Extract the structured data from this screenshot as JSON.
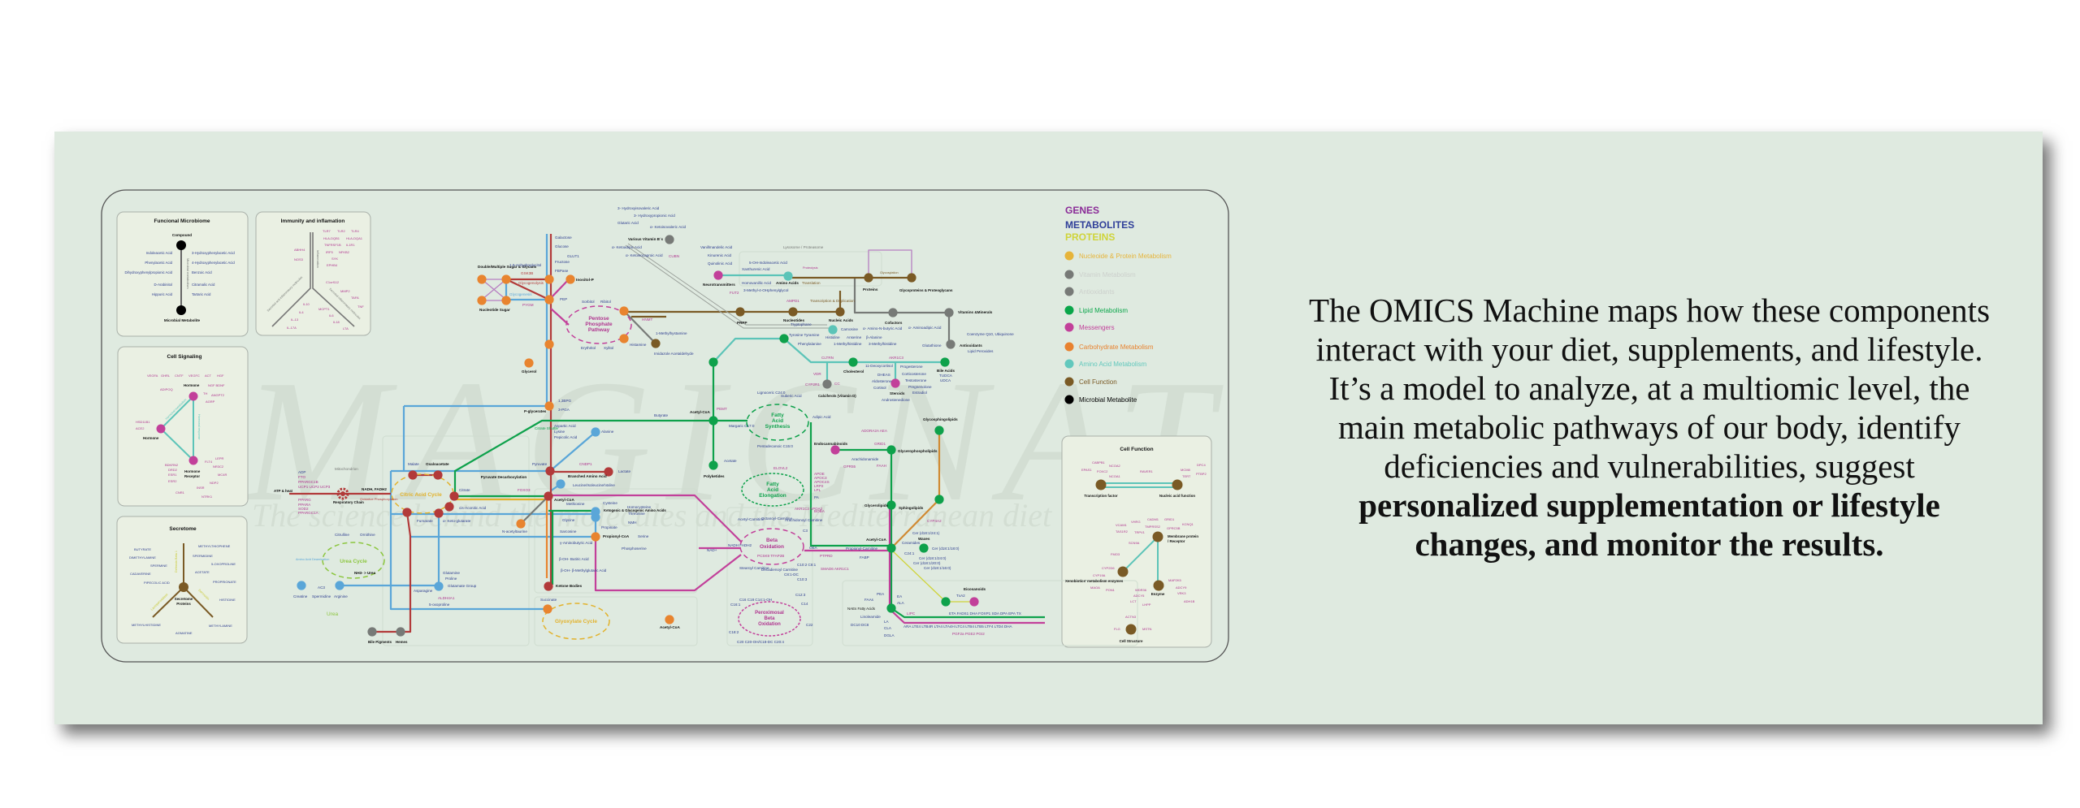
{
  "colors": {
    "background": "#dfeae0",
    "blue": "#2d3d8f",
    "magenta": "#b0358f",
    "black": "#111111",
    "red": "#b23a3a",
    "green": "#0ea14b",
    "yellow": "#e2b22c",
    "brown": "#7a5a25",
    "grey": "#777a77",
    "teal": "#5cc4b8",
    "lightblue": "#5aa6d8",
    "orange": "#e8842f"
  },
  "watermark": {
    "brand": "MAGICNAT",
    "tagline": "The science behind the molecules and the Mediterranean diet"
  },
  "legend": {
    "genes": "GENES",
    "metabolites": "METABOLITES",
    "proteins": "PROTEINS",
    "items": [
      {
        "label": "Nucleoide & Protein Metabolism",
        "color": "#e6b43a"
      },
      {
        "label": "Vitamin Metabolism",
        "color": "#777a77"
      },
      {
        "label": "Antioxidants",
        "color": "#777a77"
      },
      {
        "label": "Lipid Metabolism",
        "color": "#0aa64a"
      },
      {
        "label": "Messengers",
        "color": "#c2409a"
      },
      {
        "label": "Carbohydrate Metabolism",
        "color": "#e8822f"
      },
      {
        "label": "Amino Acid Metabolism",
        "color": "#62c8bd"
      },
      {
        "label": "Cell Function",
        "color": "#7a5a25"
      },
      {
        "label": "Microbial Metabolite",
        "color": "#000000"
      }
    ]
  },
  "panels": {
    "microbiome": {
      "title": "Funcional Microbiome",
      "top": "Compound",
      "bottom": "Microbial Metabolite",
      "axis": "Microbial metabolism",
      "left": [
        "Indoleacetic Acid",
        "Phenylacetic Acid",
        "Dihydroxyphenylpropionic Acid",
        "D-Arabinitol",
        "Hippuric Acid"
      ],
      "right": [
        "3-Hydroxyphenylacetic Acid",
        "4-Hydroxyphenylacetic Acid",
        "Benzoic Acid",
        "Citramalic Acid",
        "Tartaric Acid"
      ]
    },
    "immunity": {
      "title": "Immunity and inflamation",
      "axis_top": "Inflammation",
      "axis_left": "Secreted anti-inflammatory molecules",
      "axis_right": "Secreted inflammatory molecules",
      "genes": [
        "TLR7",
        "TLR2",
        "TLR4",
        "HLA-DQB1",
        "HLA-DQA1",
        "TNFRSF1B",
        "IL1R1",
        "IRF5",
        "NFKB2",
        "SYK",
        "EPHB4",
        "ABHH4",
        "NOS3",
        "C1orf112",
        "MMP2",
        "TAFA",
        "TNF",
        "IL10",
        "IL4",
        "IL-13",
        "IL-17A",
        "MCPT1",
        "IL6",
        "IL18",
        "LTA"
      ]
    },
    "signaling": {
      "title": "Cell Signaling",
      "hormone_top": "Hormone",
      "hormone_left": "Hormone",
      "receptor": [
        "Hormone",
        "Receptor"
      ],
      "axis_left": "Hormonal metabolism",
      "axis_right": "Hormonal response",
      "genes": [
        "VEGFA",
        "GHRL",
        "CNTF",
        "VEGFC",
        "ACT",
        "HGF",
        "NGF BDNF",
        "ADIPOQ",
        "TH",
        "ANGPT2",
        "AGRP",
        "HSD11B1",
        "ACE2",
        "LEPR",
        "FLT4",
        "NR3C2",
        "BDKRN2",
        "DRD2",
        "ESR1",
        "ESR2",
        "MC4R",
        "NDP2",
        "INSR",
        "CNR1",
        "NTRK1"
      ]
    },
    "secretome": {
      "title": "Secretome",
      "center": [
        "Secretome",
        "Proteins"
      ],
      "proteins": [
        "Defensin Beta 1",
        "Lactoperoxidase",
        "Dermcidin"
      ],
      "metabolites": [
        "BUTYRATE",
        "DIMETHYLAMINE",
        "SPERMINE",
        "CADAVERINE",
        "PIPECOLIC ACID",
        "METHYLHISTIDINE",
        "AGMATINE",
        "METHYLTHIOPHENE",
        "SPERMIDINE",
        "5-OXOPROLINE",
        "ACETATE",
        "PROPRIONATE",
        "HISTIDINE",
        "METHYLAMINE"
      ]
    },
    "cell_function": {
      "title": "Cell Function",
      "nodes": [
        "Transcription factor",
        "Nucleic acid function",
        "Membrane protein",
        "/ Receptor",
        "Xenobiotics' metabolism enzymes",
        "Enzyme",
        "Cell Structure"
      ],
      "genes": [
        "CABPB1",
        "NCOA2",
        "EPAS1",
        "FOXC2",
        "NCOA1",
        "RAVER1",
        "MCM8",
        "DPC4",
        "TERT",
        "PTBP2",
        "VCAM1",
        "VHRG",
        "CADM1",
        "GRID1",
        "KCNQ1",
        "TAS1R2",
        "TRPV1",
        "TMPRSS2",
        "GPRC5B",
        "SCN9A",
        "FMO3",
        "CYP2D6",
        "CYP19A",
        "MAOA",
        "PON1",
        "WDR36",
        "ADCY5",
        "LCT",
        "LHPP",
        "MAP2K5",
        "ADCY9",
        "VRK3",
        "ADH1B",
        "ACTN3",
        "FLG",
        "MSTN"
      ]
    }
  },
  "map": {
    "labels": [
      "Double/Multiple Sugar & Glycans",
      "Nucleotide Sugar",
      "1,5-Anhydroglucitol",
      "GSK3B",
      "Glycogenolysis",
      "Glycogenesis",
      "PYGM",
      "Galactose",
      "Glucose",
      "GLUT1",
      "Fructose",
      "FBPase",
      "Inositol-P",
      "PEP",
      "Glycerol",
      "Sorbitol",
      "Ribitol",
      "Pentose",
      "Phosphate",
      "Pathway",
      "Erythritol",
      "Xylitol",
      "Histamine",
      "HNMT",
      "1-Methylhystamine",
      "Imidazole Acetaldehyde",
      "Various Vitamin B´s",
      "1,3BPG",
      "3-PGA",
      "P-glycerates",
      "Butyrate",
      "3- Hydroxyisovaleric Acid",
      "3- Hydroxypropionic Acid",
      "Glutaric Acid",
      "α- Ketoisovaleric Acid",
      "α- Ketoadipic Acid",
      "α- Ketoisocaproic Acid",
      "CUBN",
      "Aspartic Acid",
      "Lysine",
      "Pepicolic Acid",
      "Alanine",
      "Citrate Shuttle",
      "Pyruvate",
      "CNDP1",
      "Lactate",
      "Branched Amino Acid",
      "Leucine/Isoleucine/Valine",
      "Acetyl-CoA",
      "Methionine",
      "Cysteine",
      "Ketogenic & Glucogenic Amino Acids",
      "Homocysteine",
      "Threonine",
      "NMH",
      "Glycine",
      "Sarcosine",
      "Propinate",
      "Propionyl-CoA",
      "Serine",
      "Phosphoserine",
      "γ-Aminobutyric Acid",
      "β-OH- Butiric Acid",
      "β-OH- β-Methylglutaric Acid",
      "Ketone Bodies",
      "Succinate",
      "Glyoxylate Cycle",
      "Acetyl-CoA",
      "N-acetyltaurine",
      "FOXO3",
      "Pyruvate Decarboxylation",
      "Citrate",
      "cis-Aconitic Acid",
      "Malate",
      "Oxaloacetate",
      "Citric Acid Cycle",
      "Fumarate",
      "α- Keto-glutarate",
      "Glutamine",
      "Proline",
      "Glutamate Group",
      "Asparagine",
      "ALDH4A1",
      "5-oxoproline",
      "Urea Cycle",
      "Citrulline",
      "Ornithine",
      "Amino Acid Deamination",
      "NH3- > Urea",
      "Creatine",
      "Spermidine",
      "Arginine",
      "AC3",
      "Urea",
      "Bile Pigments",
      "Hemes",
      "Respiratory Chain",
      "NADH, FADH2",
      "Oxidative Phosphorylation",
      "Mitochondrion",
      "ATP & heat",
      "ADP",
      "FTO",
      "PPARGC1B",
      "UCP1  UCP2  UCP3",
      "PPARG",
      "PPARA",
      "SOD2",
      "PPARGC1A",
      "Neurotransmitters",
      "Amino Acids",
      "Translation",
      "5-OH-Indoleacetic Acid",
      "Xanthurenic Acid",
      "Homovanillic Acid",
      "3-Methyl-4-OHphenylglycol",
      "Lysosome / Proteasome",
      "Proteolysis",
      "Glycosylation",
      "Proteins",
      "Glycoproteins & Proteoglycans",
      "PRPP",
      "Nucleotides",
      "Nucleic Acids",
      "Transcription & Duplication",
      "AMPD1",
      "FUT2",
      "Tryptophane",
      "Carnosine",
      "α- Amino-N-butyric Acid",
      "α- Aminoadipic Acid",
      "Histidine",
      "Anserine",
      "β-Alanine",
      "Tyrosine  Tyramine",
      "Phenylalanine",
      "1-Methylhistidine",
      "3-Methylhistidine",
      "Cofactors",
      "Vitamins &Minerals",
      "Antioxidants",
      "Glutathione",
      "Coenzyme Q10, Ubiquinone",
      "Lipid Peroxides",
      "Vanillmandelic Acid",
      "Kinurenic Acid",
      "Quinolinic Acid",
      "Cholesterol",
      "CLTRN",
      "AKR1C3",
      "Progesterone",
      "Corticosterone",
      "Testosterone",
      "Pregnenolone",
      "Estradiol",
      "Androstenedione",
      "Steroids",
      "DHEAS",
      "Aldosterone",
      "Cortisol",
      "11-Deoxycortisol",
      "Bile Acids",
      "TUDCA",
      "UDCA",
      "Calciferols (Vitamin D)",
      "VDR",
      "CYP2R1",
      "CC",
      "Acetyl-CoA",
      "PEMT",
      "Lignoceric C24:0",
      "Suberic Acid",
      "Fatty",
      "Acid",
      "Synthesis",
      "Adipic Acid",
      "Glycosphingolipids",
      "Margaric C17:0",
      "Pentadecanoic C15:0",
      "Acetate",
      "Polyketides",
      "ELOVL2",
      "Fatty",
      "Acid",
      "Elongation",
      "Beta",
      "Oxidation",
      "Acetyl-Carnitine",
      "Octanoyl-Carnitine",
      "Arachidonoyl Carnitine",
      "NAD+",
      "NADH FADH2",
      "PCSK9  TFAP2B",
      "Stearoyl Carnitine",
      "Decadienoyl Carnitine",
      "C8:1-DC",
      "C3",
      "C10:2  C8:1",
      "C10:3",
      "Peroximosal",
      "Beta",
      "Oxidation",
      "C16  C18  C14:1-OH",
      "C16:1",
      "C12:3",
      "C14",
      "C22",
      "C18:2",
      "C20  C20-OH/C18-DC  C20:4",
      "OEA",
      "PTPRD",
      "SMAD6  AKR1C1",
      "APOE",
      "APOC3",
      "APOC4S",
      "LRP2",
      "LPL",
      "PA",
      "BOBA",
      "AKR1C2  APOA2",
      "Endocannabinoids",
      "ADORA2A  AEA",
      "GPR55",
      "FAAH",
      "GRID1",
      "Arachidonamide",
      "Glycerophospholipids",
      "Glycerolipids",
      "Sphingolipids",
      "CYP4A2",
      "Cer (d18:1/24:1)",
      "Waxes",
      "Acetyl-CoA",
      "Ceramides",
      "Cer (d18:1/18:0)",
      "C24:1",
      "Cer (d18:1/24:0)",
      "Cer (d18:1/20:0)",
      "Cer (d18:1/16:0)",
      "Propionyl-Carnitine",
      "FABP",
      "Eicosanoids",
      "TxA2",
      "PEA",
      "FAAs",
      "EA",
      "ALA",
      "NAEs  Fatty Acids",
      "Linoleamide",
      "LA",
      "CLA",
      "DGLA",
      "DC10  DC8",
      "LIPC",
      "ETA   FADS1   DHA   FOXP1   SDA   DPA   EPA   TX",
      "ARA   LTE4   LTB4R   LTA4   LTA4H   LTC4   LTB4   LTB5   LTF4   LTD4   DHA",
      "PGF2a          PGE2          PGI2"
    ]
  },
  "description": {
    "lines": [
      "The OMICS Machine maps how these components",
      "interact with your diet, supplements, and lifestyle.",
      "It’s a model to analyze, at a multiomic level, the",
      "main metabolic pathways of our body, identify",
      "deficiencies and vulnerabilities, suggest"
    ],
    "bold_lines": [
      "personalized supplementation or lifestyle",
      "changes, and monitor the results."
    ]
  }
}
